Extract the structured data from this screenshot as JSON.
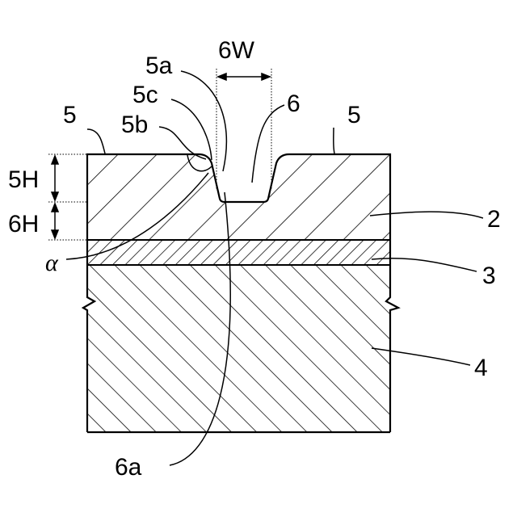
{
  "labels": {
    "groove_width": "6W",
    "edge_a": "5a",
    "edge_c": "5c",
    "edge_b": "5b",
    "groove": "6",
    "layer5_left": "5",
    "layer5_right": "5",
    "height_5": "5H",
    "height_6": "6H",
    "angle": "α",
    "layer2": "2",
    "layer3": "3",
    "layer4": "4",
    "groove_bottom": "6a"
  },
  "colors": {
    "ink": "#000000",
    "background": "#ffffff"
  }
}
